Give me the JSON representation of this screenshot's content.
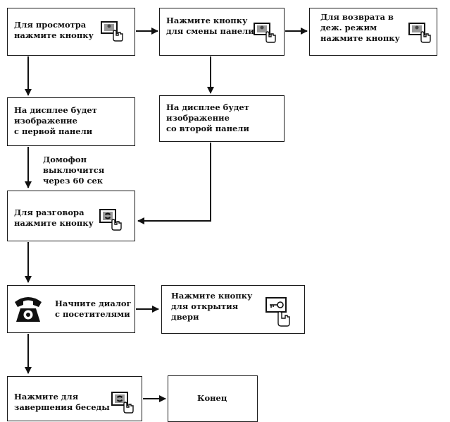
{
  "nodes": {
    "view_press": "Для просмотра\nнажмите кнопку",
    "switch_panel": "Нажмите кнопку\nдля смены панели",
    "return_standby": "Для возврата в\nдеж. режим\nнажмите кнопку",
    "first_panel": "На дисплее будет\nизображение\nс первой панели",
    "second_panel": "На дисплее будет\nизображение\nсо второй панели",
    "talk_press": "Для разговора\nнажмите кнопку",
    "start_dialog": "Начните диалог\nс посетителями",
    "open_door": "Нажмите кнопку\nдля открытия\nдвери",
    "end_call": "Нажмите для\nзавершения беседы",
    "end": "Конец"
  },
  "notes": {
    "timeout": "Домофон\nвыключится\nчерез 60 сек"
  },
  "icons": {
    "monitor_button": "monitor-button-icon",
    "talk_button": "talk-button-icon",
    "key_button": "key-button-icon",
    "phone": "telephone-icon"
  }
}
